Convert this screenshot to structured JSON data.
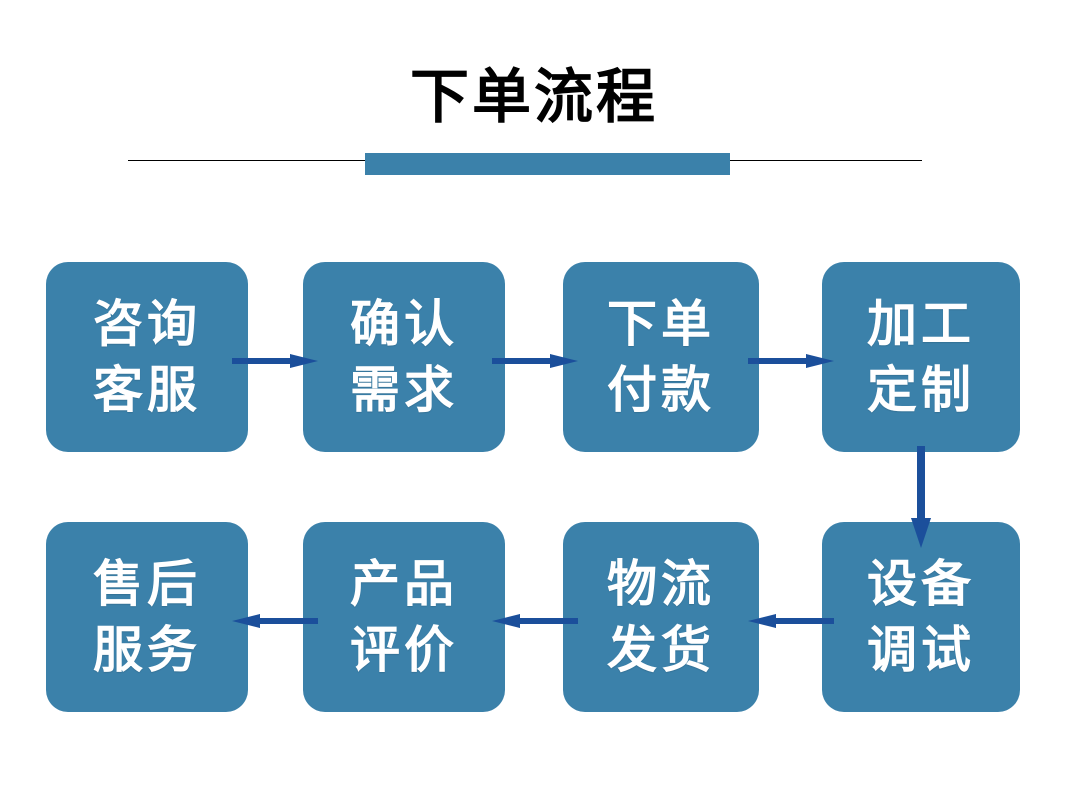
{
  "header": {
    "title": "下单流程",
    "accent_color": "#3B81AA",
    "rule_color": "#000000"
  },
  "theme": {
    "box_fill": "#3B81AA",
    "box_text": "#FFFFFF",
    "arrow_color": "#1B4F9B",
    "background": "#FFFFFF"
  },
  "chart_data": {
    "type": "diagram",
    "title": "下单流程",
    "layout": "two-row serpentine flowchart",
    "nodes": [
      {
        "id": "n1",
        "row": 1,
        "col": 1,
        "lines": [
          "咨询",
          "客服"
        ],
        "text": "咨询客服"
      },
      {
        "id": "n2",
        "row": 1,
        "col": 2,
        "lines": [
          "确认",
          "需求"
        ],
        "text": "确认需求"
      },
      {
        "id": "n3",
        "row": 1,
        "col": 3,
        "lines": [
          "下单",
          "付款"
        ],
        "text": "下单付款"
      },
      {
        "id": "n4",
        "row": 1,
        "col": 4,
        "lines": [
          "加工",
          "定制"
        ],
        "text": "加工定制"
      },
      {
        "id": "n5",
        "row": 2,
        "col": 4,
        "lines": [
          "设备",
          "调试"
        ],
        "text": "设备调试"
      },
      {
        "id": "n6",
        "row": 2,
        "col": 3,
        "lines": [
          "物流",
          "发货"
        ],
        "text": "物流发货"
      },
      {
        "id": "n7",
        "row": 2,
        "col": 2,
        "lines": [
          "产品",
          "评价"
        ],
        "text": "产品评价"
      },
      {
        "id": "n8",
        "row": 2,
        "col": 1,
        "lines": [
          "售后",
          "服务"
        ],
        "text": "售后服务"
      }
    ],
    "edges": [
      {
        "from": "n1",
        "to": "n2",
        "direction": "right"
      },
      {
        "from": "n2",
        "to": "n3",
        "direction": "right"
      },
      {
        "from": "n3",
        "to": "n4",
        "direction": "right"
      },
      {
        "from": "n4",
        "to": "n5",
        "direction": "down"
      },
      {
        "from": "n5",
        "to": "n6",
        "direction": "left"
      },
      {
        "from": "n6",
        "to": "n7",
        "direction": "left"
      },
      {
        "from": "n7",
        "to": "n8",
        "direction": "left"
      }
    ]
  }
}
